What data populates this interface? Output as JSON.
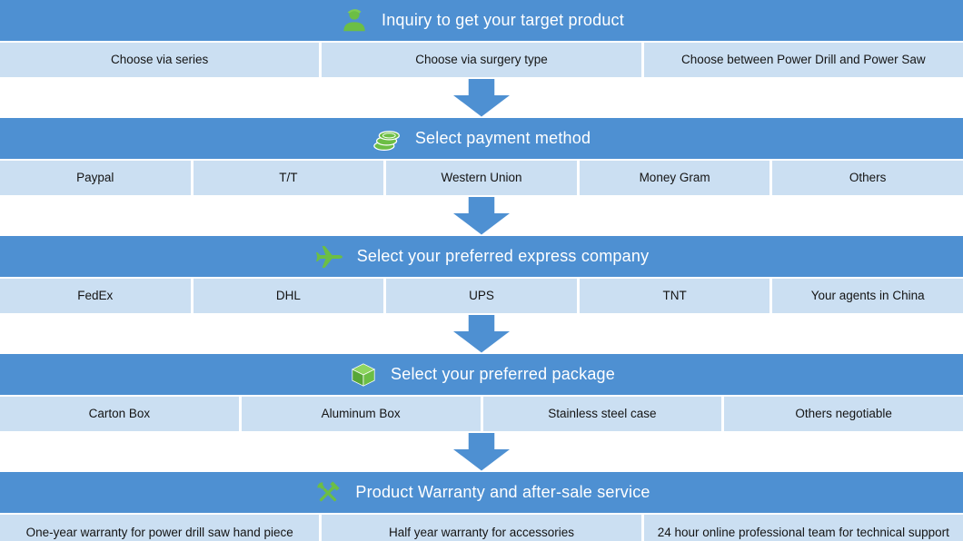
{
  "colors": {
    "header_blue": "#4e90d2",
    "row_blue": "#cbdff2",
    "arrow_blue": "#4e90d2",
    "icon_green": "#6cbe45",
    "header_text": "#ffffff",
    "text_dark": "#141414"
  },
  "sections": [
    {
      "title": "Inquiry to get your target product",
      "icon": "inquiry-person-icon",
      "options": [
        "Choose via series",
        "Choose via surgery type",
        "Choose between Power Drill and Power Saw"
      ]
    },
    {
      "title": "Select payment method",
      "icon": "coins-icon",
      "options": [
        "Paypal",
        "T/T",
        "Western Union",
        "Money Gram",
        "Others"
      ]
    },
    {
      "title": "Select your preferred express company",
      "icon": "airplane-icon",
      "options": [
        "FedEx",
        "DHL",
        "UPS",
        "TNT",
        "Your agents in China"
      ]
    },
    {
      "title": "Select your preferred package",
      "icon": "package-box-icon",
      "options": [
        "Carton Box",
        "Aluminum Box",
        "Stainless steel case",
        "Others negotiable"
      ]
    },
    {
      "title": "Product Warranty and after-sale service",
      "icon": "crossed-tools-icon",
      "options": [
        "One-year warranty for power drill saw hand piece",
        "Half year warranty for accessories",
        "24 hour online professional team for technical support"
      ]
    }
  ]
}
